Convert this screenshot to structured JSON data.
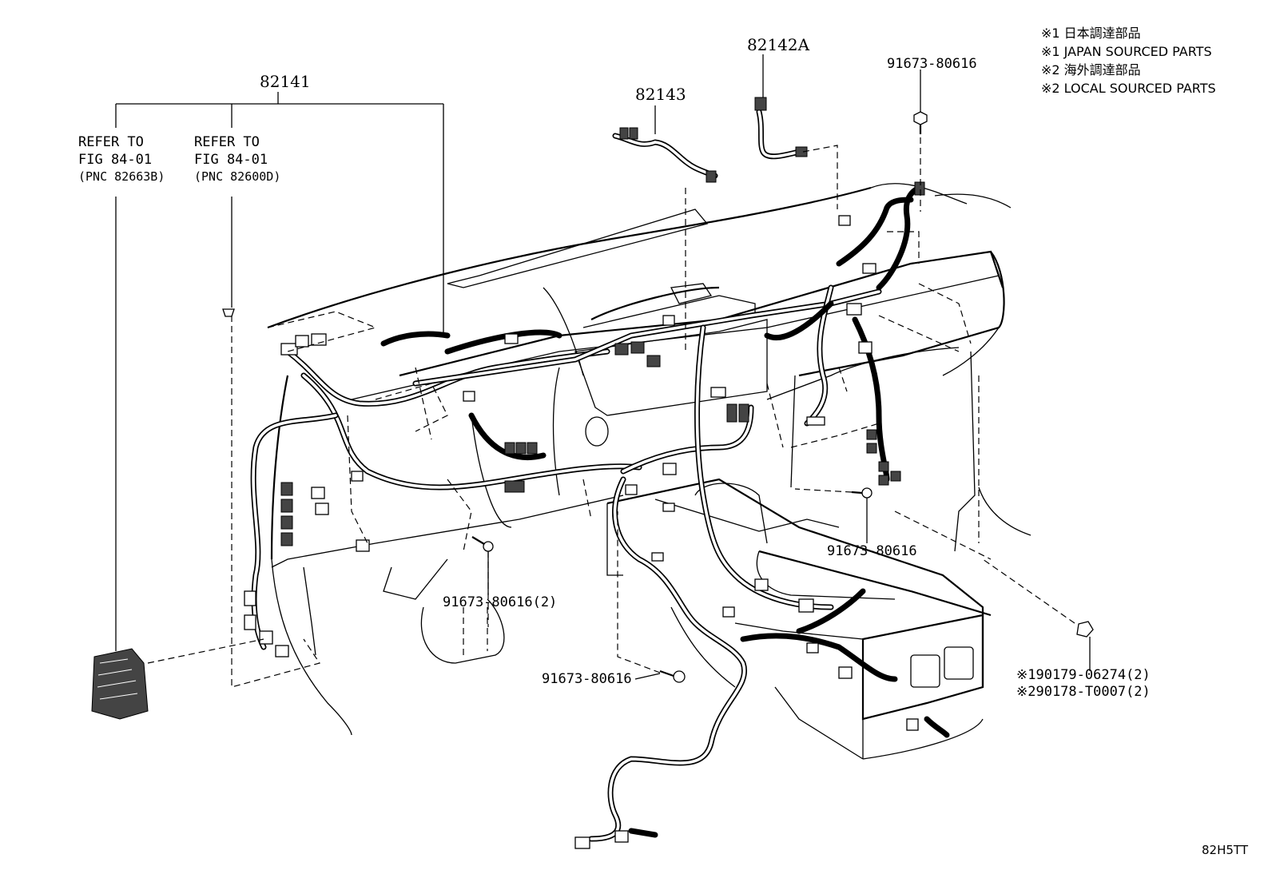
{
  "diagram": {
    "part_numbers": {
      "harness_main": "82141",
      "harness_a": "82142A",
      "harness_b": "82143",
      "bolt_top": "91673-80616",
      "bolt_left": "91673-80616(2)",
      "bolt_right": "91673-80616",
      "bolt_bottom": "91673-80616",
      "clip_japan": "※190179-06274(2)",
      "clip_local": "※290178-T0007(2)"
    },
    "references": {
      "ref_left": {
        "line1": "REFER TO",
        "line2": "FIG 84-01",
        "line3": "(PNC 82663B)"
      },
      "ref_right": {
        "line1": "REFER TO",
        "line2": "FIG 84-01",
        "line3": "(PNC 82600D)"
      }
    },
    "legend": [
      "※1 日本調達部品",
      "※1 JAPAN SOURCED PARTS",
      "※2 海外調達部品",
      "※2 LOCAL SOURCED PARTS"
    ],
    "diagram_code": "82H5TT"
  }
}
